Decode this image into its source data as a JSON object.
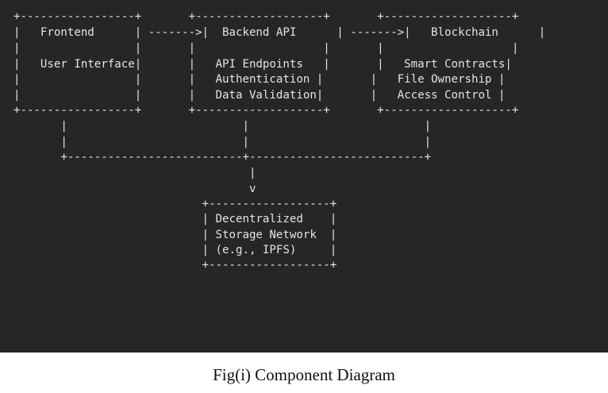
{
  "diagram_lines": [
    "  +-----------------+       +-------------------+       +-------------------+",
    "  |   Frontend      | ------->|  Backend API      | ------->|   Blockchain      |",
    "  |                 |       |                   |       |                   |",
    "  |   User Interface|       |   API Endpoints   |       |   Smart Contracts|",
    "  |                 |       |   Authentication |       |   File Ownership |",
    "  |                 |       |   Data Validation|       |   Access Control |",
    "  +-----------------+       +-------------------+       +-------------------+",
    "         |                          |                          |",
    "         |                          |                          |",
    "         +--------------------------+--------------------------+",
    "                                     |",
    "                                     v",
    "                              +------------------+",
    "                              | Decentralized    |",
    "                              | Storage Network  |",
    "                              | (e.g., IPFS)     |",
    "                              +------------------+"
  ],
  "caption": "Fig(i) Component Diagram"
}
